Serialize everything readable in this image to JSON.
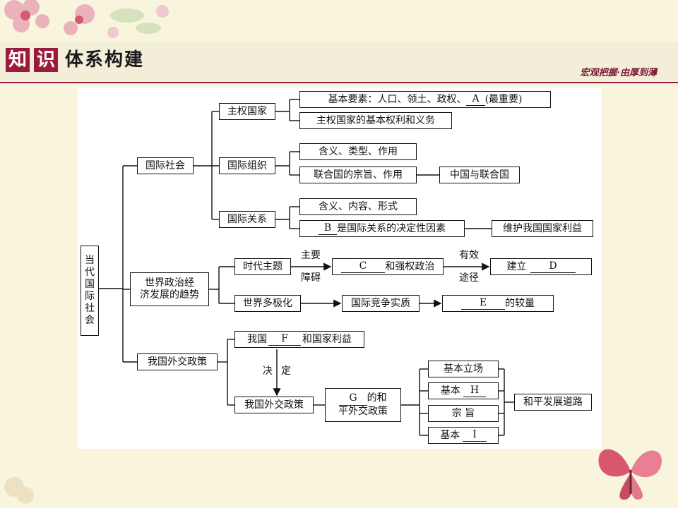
{
  "header": {
    "title_char_1": "知",
    "title_char_2": "识",
    "title_rest": "体系构建",
    "subtitle": "宏观把握·由厚到薄"
  },
  "diagram": {
    "root": [
      "当",
      "代",
      "国",
      "际",
      "社",
      "会"
    ],
    "level1": {
      "international_society": "国际社会",
      "world_trend_line1": "世界政治经",
      "world_trend_line2": "济发展的趋势",
      "foreign_policy": "我国外交政策"
    },
    "level2": {
      "sovereign_state": "主权国家",
      "intl_org": "国际组织",
      "intl_relations": "国际关系",
      "theme_of_era": "时代主题",
      "multipolar": "世界多极化",
      "our_country_f": "我国",
      "our_country_f_blank": "F",
      "our_country_f_suffix": "和国家利益",
      "our_foreign_policy": "我国外交政策"
    },
    "level3": {
      "basic_elements": "基本要素：人口、领土、政权、",
      "basic_elements_blank": "A",
      "basic_elements_suffix": "(最重要)",
      "rights_duties": "主权国家的基本权利和义务",
      "org_meaning": "含义、类型、作用",
      "un_purpose": "联合国的宗旨、作用",
      "china_un": "中国与联合国",
      "rel_meaning": "含义、内容、形式",
      "rel_b_blank": "B",
      "rel_b_text": "是国际关系的决定性因素",
      "safeguard": "维护我国国家利益",
      "main_obstacle_1": "主要",
      "main_obstacle_2": "障碍",
      "c_blank": "C",
      "c_text": "和强权政治",
      "effective_way_1": "有效",
      "effective_way_2": "途径",
      "d_prefix": "建立",
      "d_blank": "D",
      "competition": "国际竞争实质",
      "e_blank": "E",
      "e_text": "的较量",
      "decides_1": "决",
      "decides_2": "定",
      "g_blank": "G",
      "g_text": "的和",
      "g_line2": "平外交政策",
      "basic_stance": "基本立场",
      "h_prefix": "基本",
      "h_blank": "H",
      "purpose": "宗  旨",
      "i_prefix": "基本",
      "i_blank": "I",
      "peaceful_dev": "和平发展道路"
    }
  },
  "colors": {
    "accent": "#9b1b3a",
    "background": "#f8f5dc",
    "panel": "#ffffff"
  }
}
